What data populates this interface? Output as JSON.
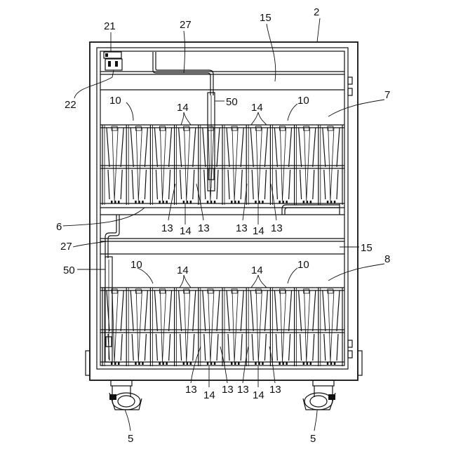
{
  "labels": {
    "l2": "2",
    "l21": "21",
    "l22": "22",
    "l27_top": "27",
    "l15_top": "15",
    "l50_top": "50",
    "l10_tl": "10",
    "l14_tl": "14",
    "l14_tr": "14",
    "l10_tr": "10",
    "l7": "7",
    "l13_a": "13",
    "l14_a": "14",
    "l13_b": "13",
    "l13_c": "13",
    "l14_b": "14",
    "l13_d": "13",
    "l6": "6",
    "l27_mid": "27",
    "l15_mid": "15",
    "l50_mid": "50",
    "l10_bl": "10",
    "l14_bl": "14",
    "l14_br": "14",
    "l10_br": "10",
    "l8": "8",
    "l13_e": "13",
    "l14_c": "14",
    "l13_f": "13",
    "l13_g": "13",
    "l14_d": "14",
    "l13_h": "13",
    "l5_left": "5",
    "l5_right": "5"
  }
}
